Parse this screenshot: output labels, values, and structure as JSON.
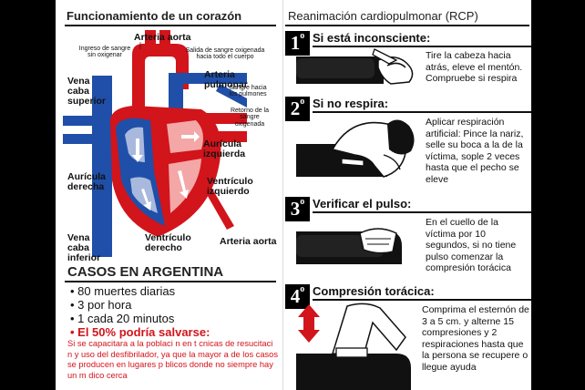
{
  "heart": {
    "title": "Funcionamiento de un corazón",
    "labels": {
      "aorta_top": "Arteria aorta",
      "ingreso": "Ingreso de sangre sin oxigenar",
      "salida": "Salida de sangre oxigenada hacia todo el cuerpo",
      "pulmonar": "Arteria pulmonar",
      "vena_superior": "Vena caba superior",
      "sangre_pulmones": "Sangre hacia los pulmones",
      "retorno": "Retorno de la sangre oxigenada",
      "auricula_izq": "Aurícula izquierda",
      "auricula_der": "Aurícula derecha",
      "ventriculo_izq": "Ventrículo izquierdo",
      "vena_inferior": "Vena caba inferior",
      "ventriculo_der": "Ventrículo derecho",
      "aorta_bottom": "Arteria aorta"
    }
  },
  "casos": {
    "title": "CASOS EN ARGENTINA",
    "bullets": [
      "• 80 muertes diarias",
      "• 3 por hora",
      "• 1 cada 20 minutos"
    ],
    "highlight": "• El 50% podría salvarse:",
    "note": "Si se capacitara a la poblaci n en t cnicas de resucitaci n y uso del desfibrilador, ya que la mayor a de los casos se producen en lugares p blicos donde no siempre hay un m dico cerca"
  },
  "rcp": {
    "title": "Reanimación cardiopulmonar (RCP)",
    "steps": [
      {
        "num": "1",
        "sup": "o",
        "title": "Si está inconsciente:",
        "text": "Tire la cabeza hacia atrás, eleve el mentón. Compruebe si respira"
      },
      {
        "num": "2",
        "sup": "o",
        "title": "Si no respira:",
        "text": "Aplicar respiración artificial: Pince la nariz, selle su boca a la de la víctima, sople 2 veces hasta que el pecho se eleve"
      },
      {
        "num": "3",
        "sup": "o",
        "title": "Verificar el pulso:",
        "text": "En el cuello de la víctima por 10 segundos, si no tiene pulso comenzar la compresión torácica"
      },
      {
        "num": "4",
        "sup": "o",
        "title": "Compresión torácica:",
        "text": "Comprima el esternón de 3 a 5 cm. y alterne 15 compresiones y 2 respiraciones hasta que la persona se recupere o llegue ayuda"
      }
    ]
  },
  "colors": {
    "artery_red": "#d2141b",
    "vein_blue": "#1f4fa8",
    "accent_red": "#d2141b"
  }
}
